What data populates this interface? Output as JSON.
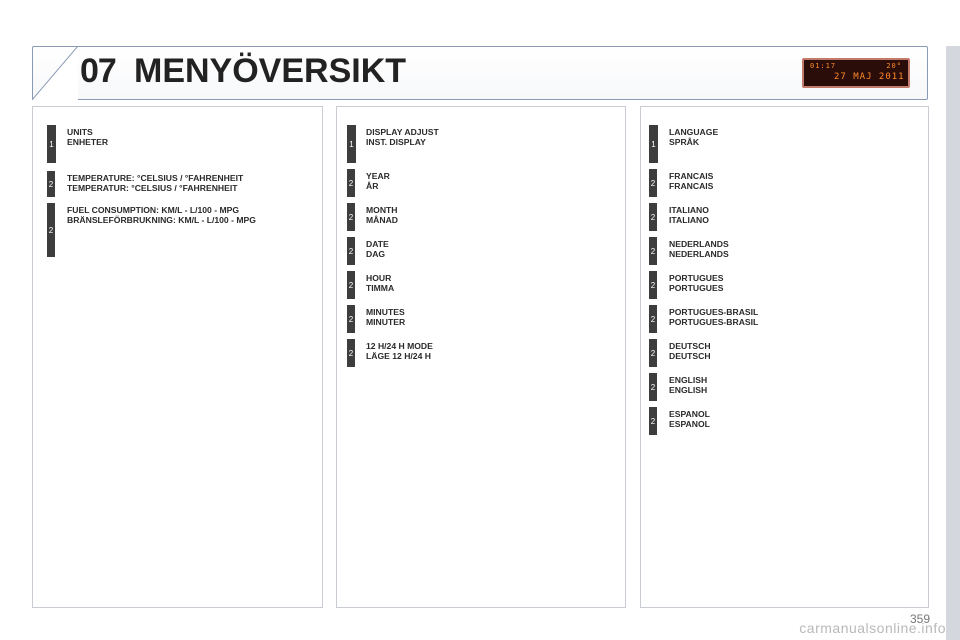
{
  "header": {
    "chapter_number": "07",
    "title": "MENYÖVERSIKT",
    "display": {
      "time": "01:17",
      "temp": "20°",
      "date": "27 MAJ 2011"
    }
  },
  "columns": [
    {
      "entries": [
        {
          "level": "1",
          "line1": "UNITS",
          "line2": "ENHETER"
        },
        {
          "level": "2",
          "line1": "TEMPERATURE: °CELSIUS / °FAHRENHEIT",
          "line2": "TEMPERATUR: °CELSIUS / °FAHRENHEIT"
        },
        {
          "level": "2",
          "line1": "FUEL CONSUMPTION: KM/L - L/100 - MPG",
          "line2": "BRÄNSLEFÖRBRUKNING: KM/L - L/100 - MPG"
        }
      ]
    },
    {
      "entries": [
        {
          "level": "1",
          "line1": "DISPLAY ADJUST",
          "line2": "INST. DISPLAY"
        },
        {
          "level": "2",
          "line1": "YEAR",
          "line2": "ÅR"
        },
        {
          "level": "2",
          "line1": "MONTH",
          "line2": "MÅNAD"
        },
        {
          "level": "2",
          "line1": "DATE",
          "line2": "DAG"
        },
        {
          "level": "2",
          "line1": "HOUR",
          "line2": "TIMMA"
        },
        {
          "level": "2",
          "line1": "MINUTES",
          "line2": "MINUTER"
        },
        {
          "level": "2",
          "line1": "12 H/24 H MODE",
          "line2": "LÄGE 12 H/24 H"
        }
      ]
    },
    {
      "entries": [
        {
          "level": "1",
          "line1": "LANGUAGE",
          "line2": "SPRÅK"
        },
        {
          "level": "2",
          "line1": "FRANCAIS",
          "line2": "FRANCAIS"
        },
        {
          "level": "2",
          "line1": "ITALIANO",
          "line2": "ITALIANO"
        },
        {
          "level": "2",
          "line1": "NEDERLANDS",
          "line2": "NEDERLANDS"
        },
        {
          "level": "2",
          "line1": "PORTUGUES",
          "line2": "PORTUGUES"
        },
        {
          "level": "2",
          "line1": "PORTUGUES-BRASIL",
          "line2": "PORTUGUES-BRASIL"
        },
        {
          "level": "2",
          "line1": "DEUTSCH",
          "line2": "DEUTSCH"
        },
        {
          "level": "2",
          "line1": "ENGLISH",
          "line2": "ENGLISH"
        },
        {
          "level": "2",
          "line1": "ESPANOL",
          "line2": "ESPANOL"
        }
      ]
    }
  ],
  "footer": {
    "page_number": "359",
    "watermark": "carmanualsonline.info"
  }
}
